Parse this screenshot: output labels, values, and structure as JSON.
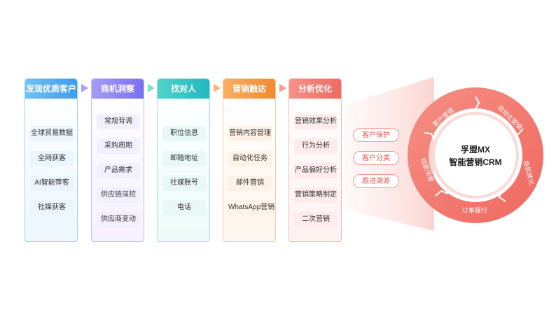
{
  "columns": [
    {
      "title": "发现优质客户",
      "items": [
        "全球贸易数据",
        "全网获客",
        "AI智能荐客",
        "社媒获客"
      ]
    },
    {
      "title": "商机洞察",
      "items": [
        "常规背调",
        "采购周期",
        "产品需求",
        "供应链深挖",
        "供应商变动"
      ]
    },
    {
      "title": "找对人",
      "items": [
        "职位信息",
        "邮箱地址",
        "社媒账号",
        "电话"
      ]
    },
    {
      "title": "营销触达",
      "items": [
        "营销内容管理",
        "自动化任务",
        "邮件营销",
        "WhatsApp营销"
      ]
    },
    {
      "title": "分析优化",
      "items": [
        "营销效果分析",
        "行为分析",
        "产品偏好分析",
        "营销策略制定",
        "二次营销"
      ]
    }
  ],
  "tags": [
    "客户保护",
    "客户分类",
    "跟进溯源"
  ],
  "cycle": {
    "center_line1": "孚盟MX",
    "center_line2": "智能营销CRM",
    "segments": [
      "客户管理",
      "自动化营销",
      "商机转化",
      "订单履行",
      "线索培育"
    ]
  },
  "colors": {
    "col1": "#4aa8f0",
    "col2": "#8a7cf0",
    "col3": "#2ec2c2",
    "col4": "#f7963c",
    "col5": "#f0706a",
    "ring": "#f3786e",
    "ring_dark": "#e85d55"
  }
}
